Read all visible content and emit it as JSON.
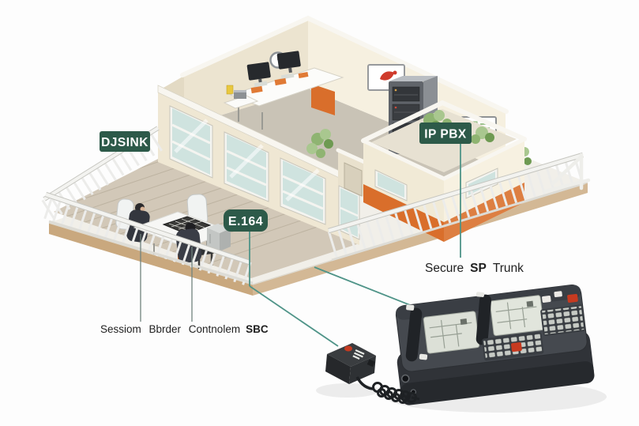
{
  "labels": {
    "djsink": "DJSINK",
    "ip_pbx": "IP PBX",
    "e164": "E.164",
    "secure_trunk": {
      "prefix": "Secure",
      "mid": "SP",
      "suffix": "Trunk"
    },
    "sbc": {
      "text": "Sessiom Bbrder Contnolem",
      "bold": "SBC"
    }
  },
  "colors": {
    "badge_green": "#2d5a49",
    "connector_teal": "#4f9488",
    "leader_gray": "#72837e",
    "accent_orange": "#d96e2b",
    "button_red": "#c63a20",
    "wall_cream": "#efe7d3",
    "glass_teal": "#cfe3df",
    "slab_tan": "#c9a87e",
    "phone_charcoal": "#45494f"
  }
}
